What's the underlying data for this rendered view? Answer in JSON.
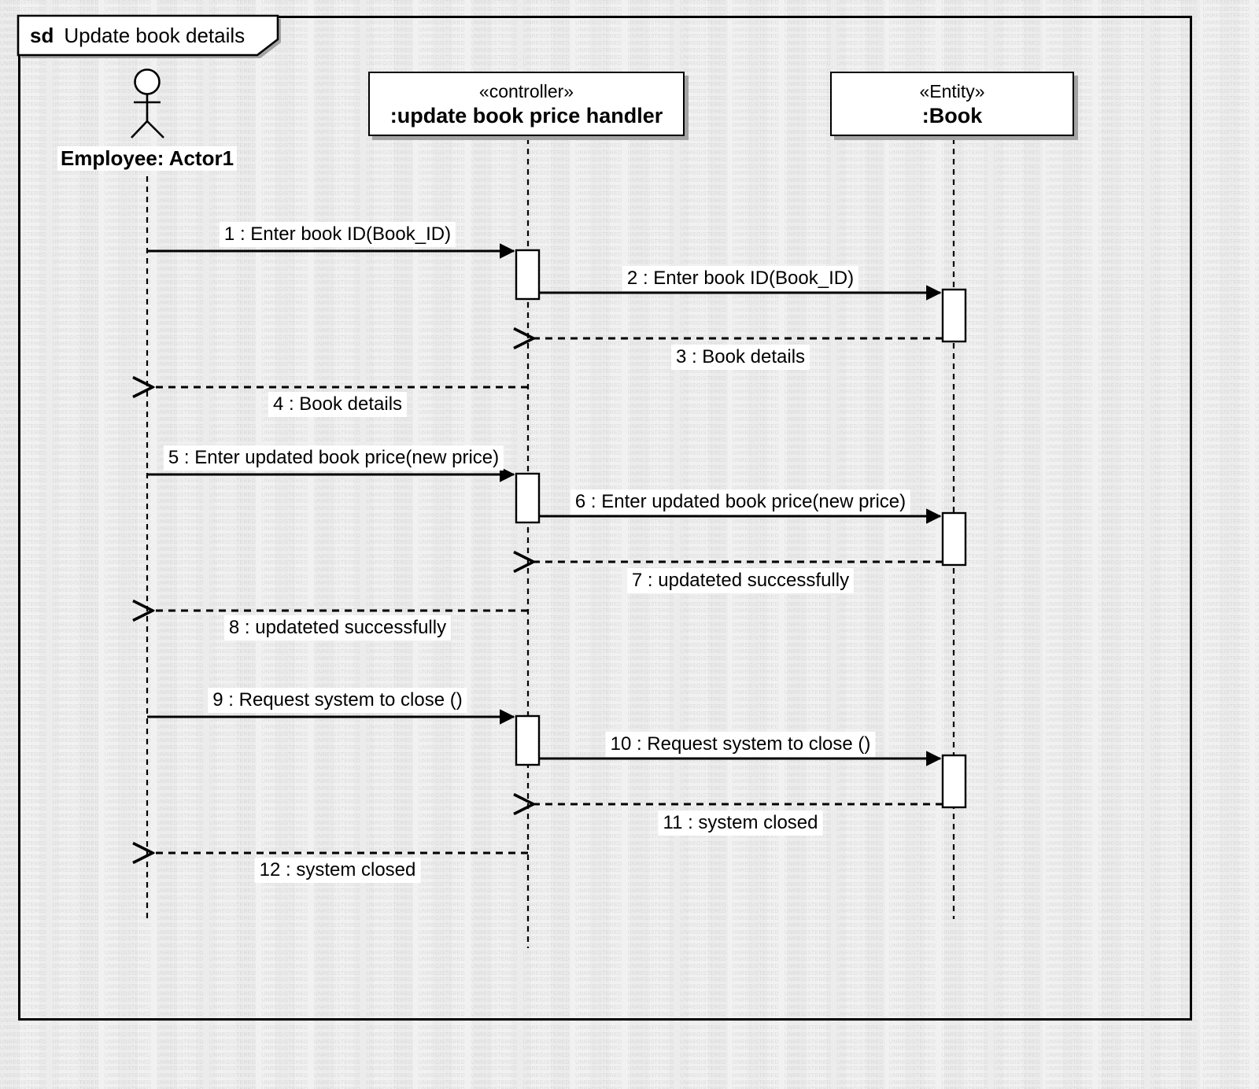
{
  "diagram": {
    "frame_label": {
      "keyword": "sd",
      "title": "Update book details"
    },
    "watermark": {
      "text": "UNREGISTERED",
      "color": "#dadada"
    },
    "colors": {
      "canvas": "#f1f1f1",
      "line": "#000000",
      "label_background": "#ffffff",
      "box_shadow": "#a3a3a3",
      "watermark_text": "#dadada"
    },
    "actor": {
      "name": "Employee: Actor1"
    },
    "participants": [
      {
        "stereotype": "«controller»",
        "name": ":update book price handler"
      },
      {
        "stereotype": "«Entity»",
        "name": ":Book"
      }
    ],
    "messages": [
      {
        "num": 1,
        "text": "1 : Enter book ID(Book_ID)",
        "kind": "sync",
        "from": "actor",
        "to": "controller"
      },
      {
        "num": 2,
        "text": "2 : Enter book ID(Book_ID)",
        "kind": "sync",
        "from": "controller",
        "to": "book"
      },
      {
        "num": 3,
        "text": "3 : Book details",
        "kind": "return",
        "from": "book",
        "to": "controller"
      },
      {
        "num": 4,
        "text": "4 : Book details",
        "kind": "return",
        "from": "controller",
        "to": "actor"
      },
      {
        "num": 5,
        "text": "5 : Enter updated book price(new price)",
        "kind": "sync",
        "from": "actor",
        "to": "controller"
      },
      {
        "num": 6,
        "text": "6 : Enter updated book price(new price)",
        "kind": "sync",
        "from": "controller",
        "to": "book"
      },
      {
        "num": 7,
        "text": "7 : updateted successfully",
        "kind": "return",
        "from": "book",
        "to": "controller"
      },
      {
        "num": 8,
        "text": "8 : updateted successfully",
        "kind": "return",
        "from": "controller",
        "to": "actor"
      },
      {
        "num": 9,
        "text": "9 : Request system to close ()",
        "kind": "sync",
        "from": "actor",
        "to": "controller"
      },
      {
        "num": 10,
        "text": "10 : Request system to close ()",
        "kind": "sync",
        "from": "controller",
        "to": "book"
      },
      {
        "num": 11,
        "text": "11 : system closed",
        "kind": "return",
        "from": "book",
        "to": "controller"
      },
      {
        "num": 12,
        "text": "12 : system closed",
        "kind": "return",
        "from": "controller",
        "to": "actor"
      }
    ]
  }
}
